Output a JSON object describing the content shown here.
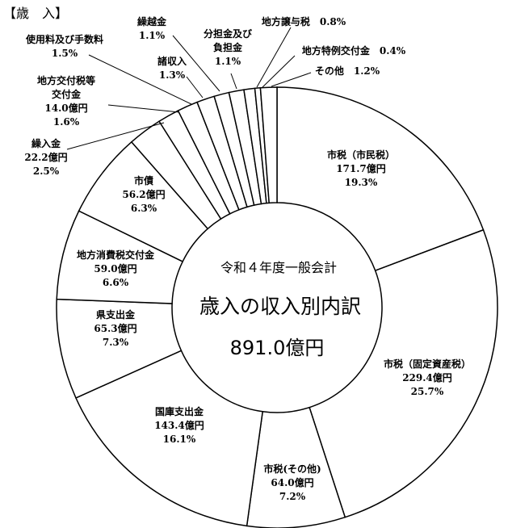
{
  "header": "【歳　入】",
  "center": {
    "subtitle": "令和４年度一般会計",
    "title": "歳入の収入別内訳",
    "total": "891.0億円"
  },
  "chart_data": {
    "type": "pie",
    "donut": true,
    "direction": "clockwise",
    "total": 891.0,
    "unit": "億円",
    "slices": [
      {
        "name": "市税（市民税）",
        "value": 171.7,
        "value_label": "171.7億円",
        "percent": 19.3
      },
      {
        "name": "市税（固定資産税）",
        "value": 229.4,
        "value_label": "229.4億円",
        "percent": 25.7
      },
      {
        "name": "市税(その他)",
        "value": 64.0,
        "value_label": "64.0億円",
        "percent": 7.2
      },
      {
        "name": "国庫支出金",
        "value": 143.4,
        "value_label": "143.4億円",
        "percent": 16.1
      },
      {
        "name": "県支出金",
        "value": 65.3,
        "value_label": "65.3億円",
        "percent": 7.3
      },
      {
        "name": "地方消費税交付金",
        "value": 59.0,
        "value_label": "59.0億円",
        "percent": 6.6
      },
      {
        "name": "市債",
        "value": 56.2,
        "value_label": "56.2億円",
        "percent": 6.3
      },
      {
        "name": "繰入金",
        "value": 22.2,
        "value_label": "22.2億円",
        "percent": 2.5
      },
      {
        "name": "地方交付税等交付金",
        "value": 14.0,
        "value_label": "14.0億円",
        "percent": 1.6
      },
      {
        "name": "使用料及び手数料",
        "value": 13.4,
        "value_label": "",
        "percent": 1.5
      },
      {
        "name": "諸収入",
        "value": 11.6,
        "value_label": "",
        "percent": 1.3
      },
      {
        "name": "繰越金",
        "value": 9.8,
        "value_label": "",
        "percent": 1.1
      },
      {
        "name": "分担金及び負担金",
        "value": 9.8,
        "value_label": "",
        "percent": 1.1
      },
      {
        "name": "地方譲与税",
        "value": 7.1,
        "value_label": "",
        "percent": 0.8
      },
      {
        "name": "地方特例交付金",
        "value": 3.6,
        "value_label": "",
        "percent": 0.4
      },
      {
        "name": "その他",
        "value": 10.7,
        "value_label": "",
        "percent": 1.2
      }
    ],
    "labels": [
      {
        "lines": [
          "市税（市民税）",
          "171.7億円",
          "19.3%"
        ]
      },
      {
        "lines": [
          "市税（固定資産税）",
          "229.4億円",
          "25.7%"
        ]
      },
      {
        "lines": [
          "市税(その他)",
          "64.0億円",
          "7.2%"
        ]
      },
      {
        "lines": [
          "国庫支出金",
          "143.4億円",
          "16.1%"
        ]
      },
      {
        "lines": [
          "県支出金",
          "65.3億円",
          "7.3%"
        ]
      },
      {
        "lines": [
          "地方消費税交付金",
          "59.0億円",
          "6.6%"
        ]
      },
      {
        "lines": [
          "市債",
          "56.2億円",
          "6.3%"
        ]
      },
      {
        "lines": [
          "繰入金",
          "22.2億円",
          "2.5%"
        ]
      },
      {
        "lines": [
          "地方交付税等",
          "交付金",
          "14.0億円",
          "1.6%"
        ]
      },
      {
        "lines": [
          "使用料及び手数料",
          "1.5%"
        ]
      },
      {
        "lines": [
          "諸収入",
          "1.3%"
        ]
      },
      {
        "lines": [
          "繰越金",
          "1.1%"
        ]
      },
      {
        "lines": [
          "分担金及び",
          "負担金",
          "1.1%"
        ]
      },
      {
        "lines": [
          "地方譲与税　0.8%"
        ]
      },
      {
        "lines": [
          "地方特例交付金　0.4%"
        ]
      },
      {
        "lines": [
          "その他　1.2%"
        ]
      }
    ]
  }
}
